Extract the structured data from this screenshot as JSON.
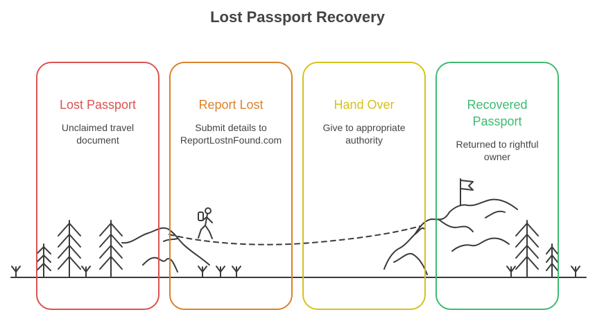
{
  "title": "Lost Passport Recovery",
  "steps": [
    {
      "title": "Lost Passport",
      "desc_line1": "Unclaimed travel",
      "desc_line2": "document",
      "color": "#d9534f"
    },
    {
      "title": "Report Lost",
      "desc_line1": "Submit details to",
      "desc_line2": "ReportLostnFound.com",
      "color": "#d9822b"
    },
    {
      "title": "Hand Over",
      "desc_line1": "Give to appropriate",
      "desc_line2": "authority",
      "color": "#d4c21b"
    },
    {
      "title_line1": "Recovered",
      "title_line2": "Passport",
      "desc_line1": "Returned to rightful",
      "desc_line2": "owner",
      "color": "#3dbb72"
    }
  ],
  "icons": [
    "tree-icon",
    "mountain-icon",
    "hiker-icon",
    "flag-icon",
    "grass-icon"
  ]
}
